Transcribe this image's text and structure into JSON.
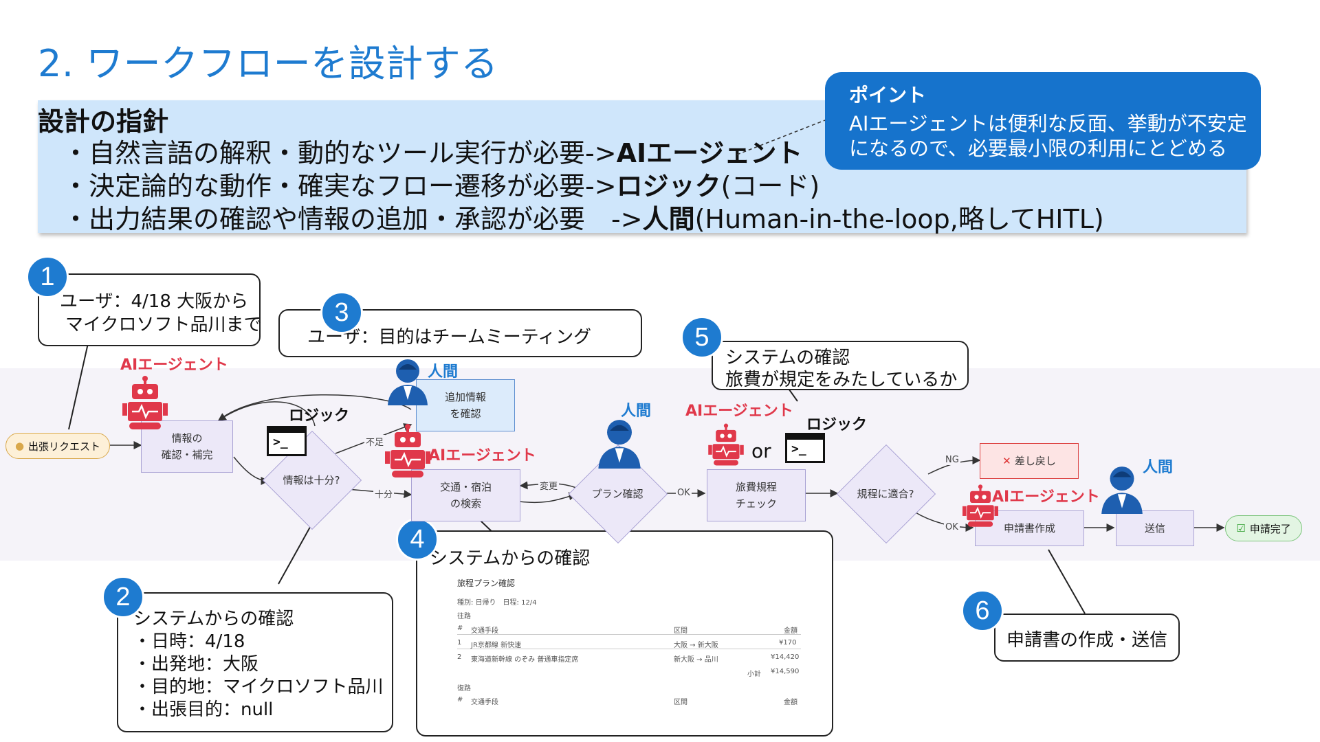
{
  "title": "2. ワークフローを設計する",
  "guideline": {
    "heading": "設計の指針",
    "lines": [
      {
        "pre": "・自然言語の解釈・動的なツール実行が必要->",
        "bold": "AIエージェント",
        "post": ""
      },
      {
        "pre": "・決定論的な動作・確実なフロー遷移が必要->",
        "bold": "ロジック",
        "post": "(コード)"
      },
      {
        "pre": "・出力結果の確認や情報の追加・承認が必要　->",
        "bold": "人間",
        "post": "(Human-in-the-loop,略してHITL)"
      }
    ]
  },
  "point": {
    "title": "ポイント",
    "lines": [
      "AIエージェントは便利な反面、挙動が不安定",
      "になるので、必要最小限の利用にとどめる"
    ]
  },
  "callouts": {
    "c1": {
      "num": "1",
      "lines": [
        "ユーザ：4/18 大阪から",
        "マイクロソフト品川まで"
      ]
    },
    "c2": {
      "num": "2",
      "lines": [
        "システムからの確認",
        "・日時：4/18",
        "・出発地：大阪",
        "・目的地：マイクロソフト品川",
        "・出張目的：null"
      ]
    },
    "c3": {
      "num": "3",
      "lines": [
        "ユーザ：目的はチームミーティング"
      ]
    },
    "c4": {
      "num": "4",
      "lines": [
        "システムからの確認"
      ]
    },
    "c5": {
      "num": "5",
      "lines": [
        "システムの確認",
        "旅費が規定をみたしているか"
      ]
    },
    "c6": {
      "num": "6",
      "lines": [
        "申請書の作成・送信"
      ]
    }
  },
  "actor_labels": {
    "ai1": "AIエージェント",
    "ai2": "AIエージェント",
    "ai3": "AIエージェント",
    "ai4": "AIエージェント",
    "human1": "人間",
    "human2": "人間",
    "human3": "人間",
    "logic1": "ロジック",
    "logic2": "ロジック",
    "or": "or"
  },
  "flow": {
    "start": "出張リクエスト",
    "n_info": [
      "情報の",
      "確認・補完"
    ],
    "n_add": [
      "追加情報",
      "を確認"
    ],
    "d_enough": "情報は十分?",
    "n_search": [
      "交通・宿泊",
      "の検索"
    ],
    "d_plan": "プラン確認",
    "n_rule": [
      "旅費規程",
      "チェック"
    ],
    "d_comply": "規程に適合?",
    "n_reject": "差し戻し",
    "n_form": "申請書作成",
    "n_send": "送信",
    "end": "申請完了",
    "edges": {
      "insufficient": "不足",
      "sufficient": "十分",
      "change": "変更",
      "ok1": "OK",
      "ng": "NG",
      "ok2": "OK"
    }
  },
  "itinerary": {
    "title": "旅程プラン確認",
    "meta": "種別: 日帰り　日程: 12/4",
    "outbound": "往路",
    "return": "復路",
    "headers": [
      "#",
      "交通手段",
      "区間",
      "金額"
    ],
    "rows": [
      [
        "1",
        "JR京都線 新快速",
        "大阪 → 新大阪",
        "¥170"
      ],
      [
        "2",
        "東海道新幹線 のぞみ 普通車指定席",
        "新大阪 → 品川",
        "¥14,420"
      ]
    ],
    "subtotal_label": "小計",
    "subtotal": "¥14,590"
  }
}
